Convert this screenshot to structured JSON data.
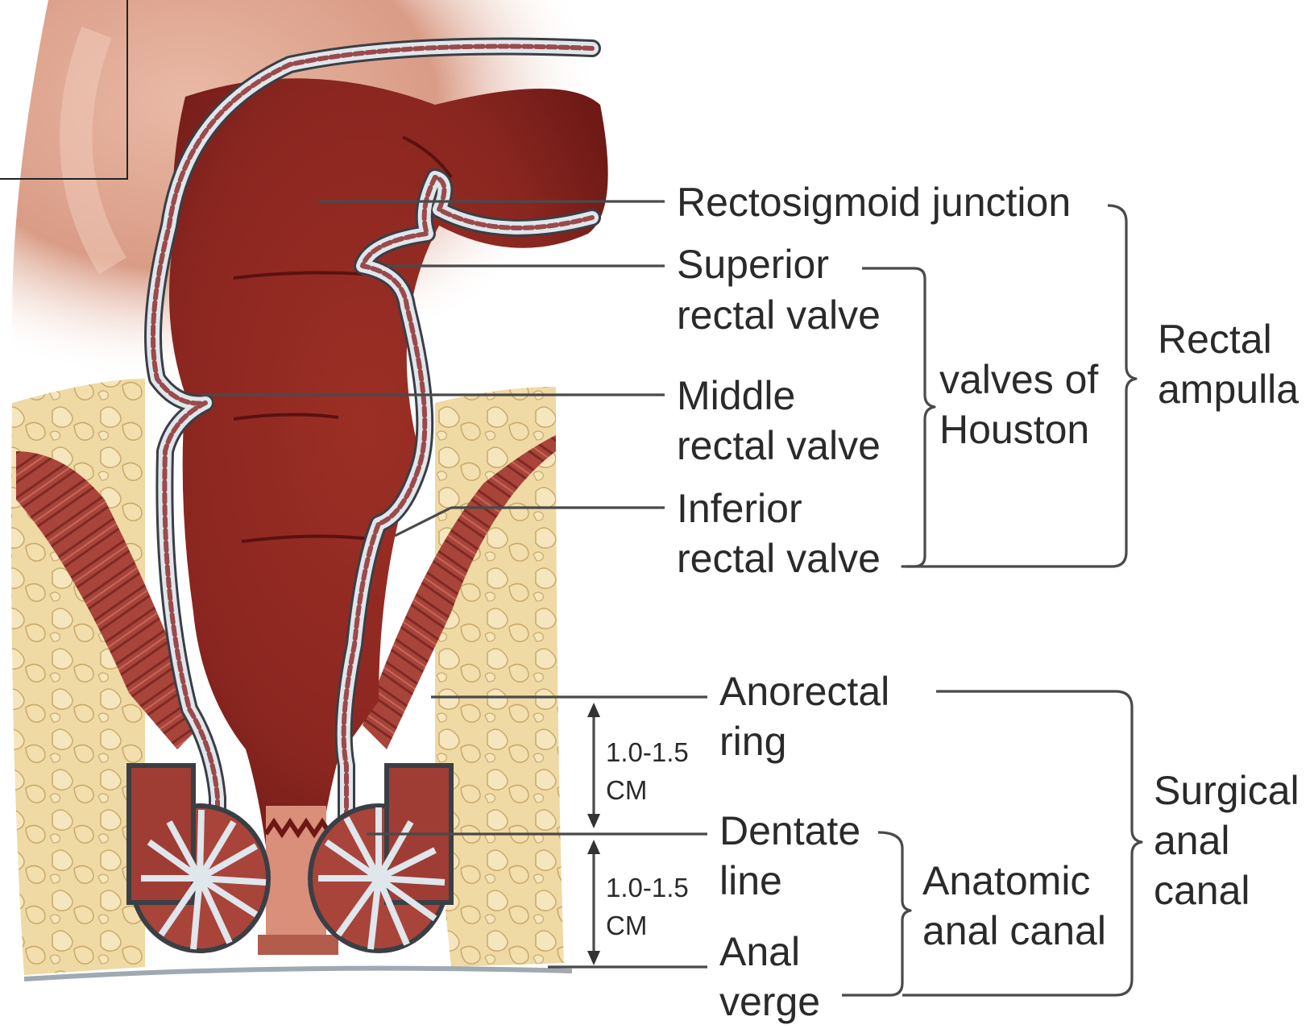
{
  "labels": {
    "rectosigmoid": "Rectosigmoid junction",
    "superior_1": "Superior",
    "superior_2": "rectal valve",
    "middle_1": "Middle",
    "middle_2": "rectal valve",
    "inferior_1": "Inferior",
    "inferior_2": "rectal valve",
    "valves_1": "valves of",
    "valves_2": "Houston",
    "rectal_1": "Rectal",
    "rectal_2": "ampulla",
    "anorectal_1": "Anorectal",
    "anorectal_2": "ring",
    "dentate_1": "Dentate",
    "dentate_2": "line",
    "anal_verge_1": "Anal",
    "anal_verge_2": "verge",
    "anatomic_1": "Anatomic",
    "anatomic_2": "anal canal",
    "surgical_1": "Surgical",
    "surgical_2": "anal",
    "surgical_3": "canal",
    "measure_upper_1": "1.0-1.5",
    "measure_upper_2": "CM",
    "measure_lower_1": "1.0-1.5",
    "measure_lower_2": "CM"
  },
  "colors": {
    "lumen": "#8e2a22",
    "lumen_dark": "#6e1814",
    "wall": "#dfe6ec",
    "fat": "#ecd39a",
    "muscle": "#a9443a",
    "skin": "#e7b7a2",
    "ink": "#2a2a2a"
  }
}
